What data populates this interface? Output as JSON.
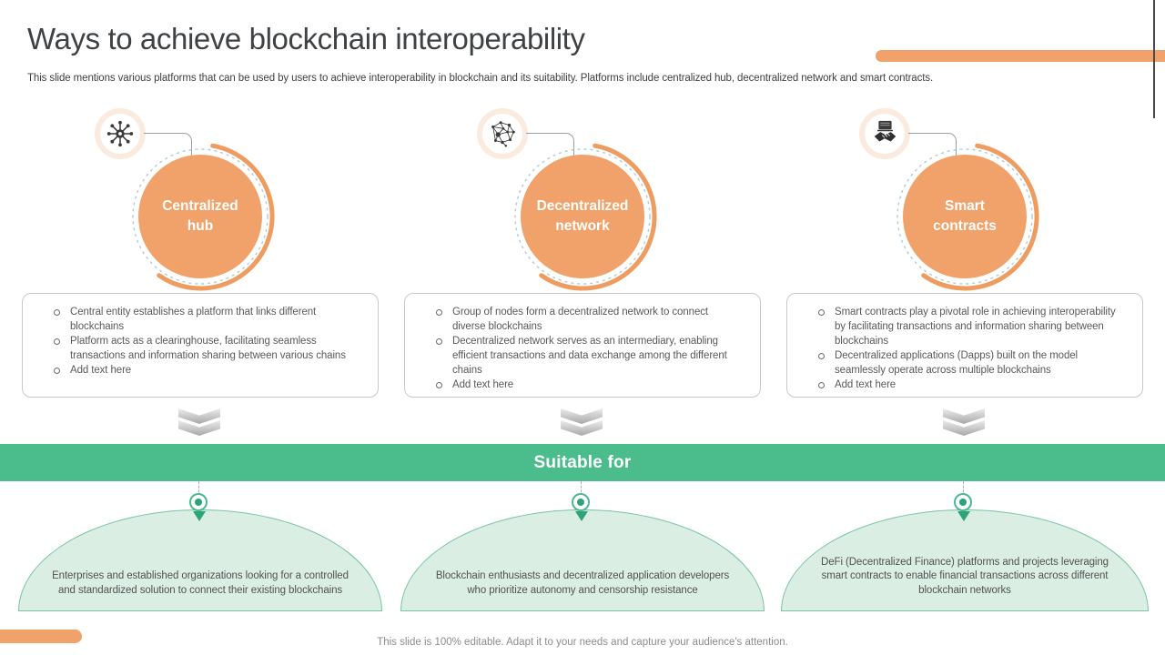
{
  "header": {
    "title": "Ways to achieve blockchain interoperability",
    "subtitle": "This slide mentions various platforms that can be used by users to achieve interoperability in blockchain and its suitability. Platforms include centralized hub, decentralized network and smart contracts."
  },
  "banner": {
    "label": "Suitable for"
  },
  "footer": {
    "note": "This slide is 100% editable. Adapt it to your needs and capture your audience's attention."
  },
  "columns": [
    {
      "icon": "hub-spoke-icon",
      "label": "Centralized hub",
      "bullets": [
        "Central entity establishes a platform that links different blockchains",
        "Platform acts as a clearinghouse, facilitating seamless transactions and information sharing between various chains",
        "Add text here"
      ],
      "suitable": "Enterprises and established organizations looking for a controlled and standardized solution to connect their existing blockchains"
    },
    {
      "icon": "network-mesh-icon",
      "label": "Decentralized network",
      "bullets": [
        "Group of nodes form a decentralized network to connect diverse blockchains",
        "Decentralized network serves as an intermediary, enabling efficient transactions and data exchange among the different chains",
        "Add text here"
      ],
      "suitable": "Blockchain enthusiasts and decentralized application developers who prioritize autonomy and censorship resistance"
    },
    {
      "icon": "contract-handshake-icon",
      "label": "Smart contracts",
      "bullets": [
        "Smart contracts play a pivotal role in achieving interoperability by facilitating transactions and information sharing between blockchains",
        "Decentralized applications (Dapps) built on the model seamlessly operate across multiple blockchains",
        "Add text here"
      ],
      "suitable": "DeFi (Decentralized Finance) platforms and projects leveraging smart contracts to enable financial transactions across different blockchain networks"
    }
  ],
  "colors": {
    "accent_orange": "#F1A26A",
    "arc_orange": "#EE9C5F",
    "pale_ring": "#FAEBDE",
    "dashed_ring_blue": "#AECBDC",
    "banner_green": "#4BBD8C",
    "arch_fill": "#DAEEE4",
    "arch_border": "#79C5A1",
    "pin_green": "#2FA378",
    "title_gray": "#3F4245",
    "body_gray": "#595959"
  }
}
